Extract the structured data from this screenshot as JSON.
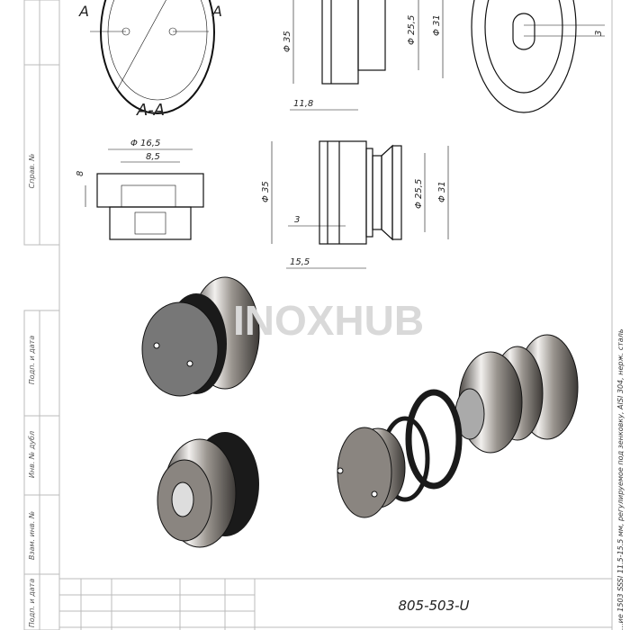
{
  "drawing": {
    "section_label": "A-A",
    "section_marker": "A",
    "dimensions": {
      "d35_top": "Φ 35",
      "d25_5_top": "Φ 25,5",
      "d31_top": "Φ 31",
      "len_11_8": "11,8",
      "slot_3": "3",
      "d16_5": "Φ 16,5",
      "w8_5": "8,5",
      "h8": "8",
      "d35_bottom": "Φ 35",
      "d25_5_bottom": "Φ 25,5",
      "d31_bottom": "Φ 31",
      "gap_3": "3",
      "len_15_5": "15,5"
    }
  },
  "watermark": "INOXHUB",
  "side_stamps": [
    "Справ. №",
    "Подп. и дата",
    "Инв. № дубл",
    "Взам. инв. №",
    "Подп. и дата"
  ],
  "title_block": {
    "designation": "805-503-U"
  },
  "side_caption": "...ие 1503 SSSI 11.5-15.5 мм, регулируемое под зенковку, AISI 304, нерж. сталь",
  "colors": {
    "line": "#111111",
    "frame": "#bbbbbb",
    "watermark": "#d9d9d9",
    "metal": "#8a8580",
    "rubber": "#1a1a1a"
  }
}
